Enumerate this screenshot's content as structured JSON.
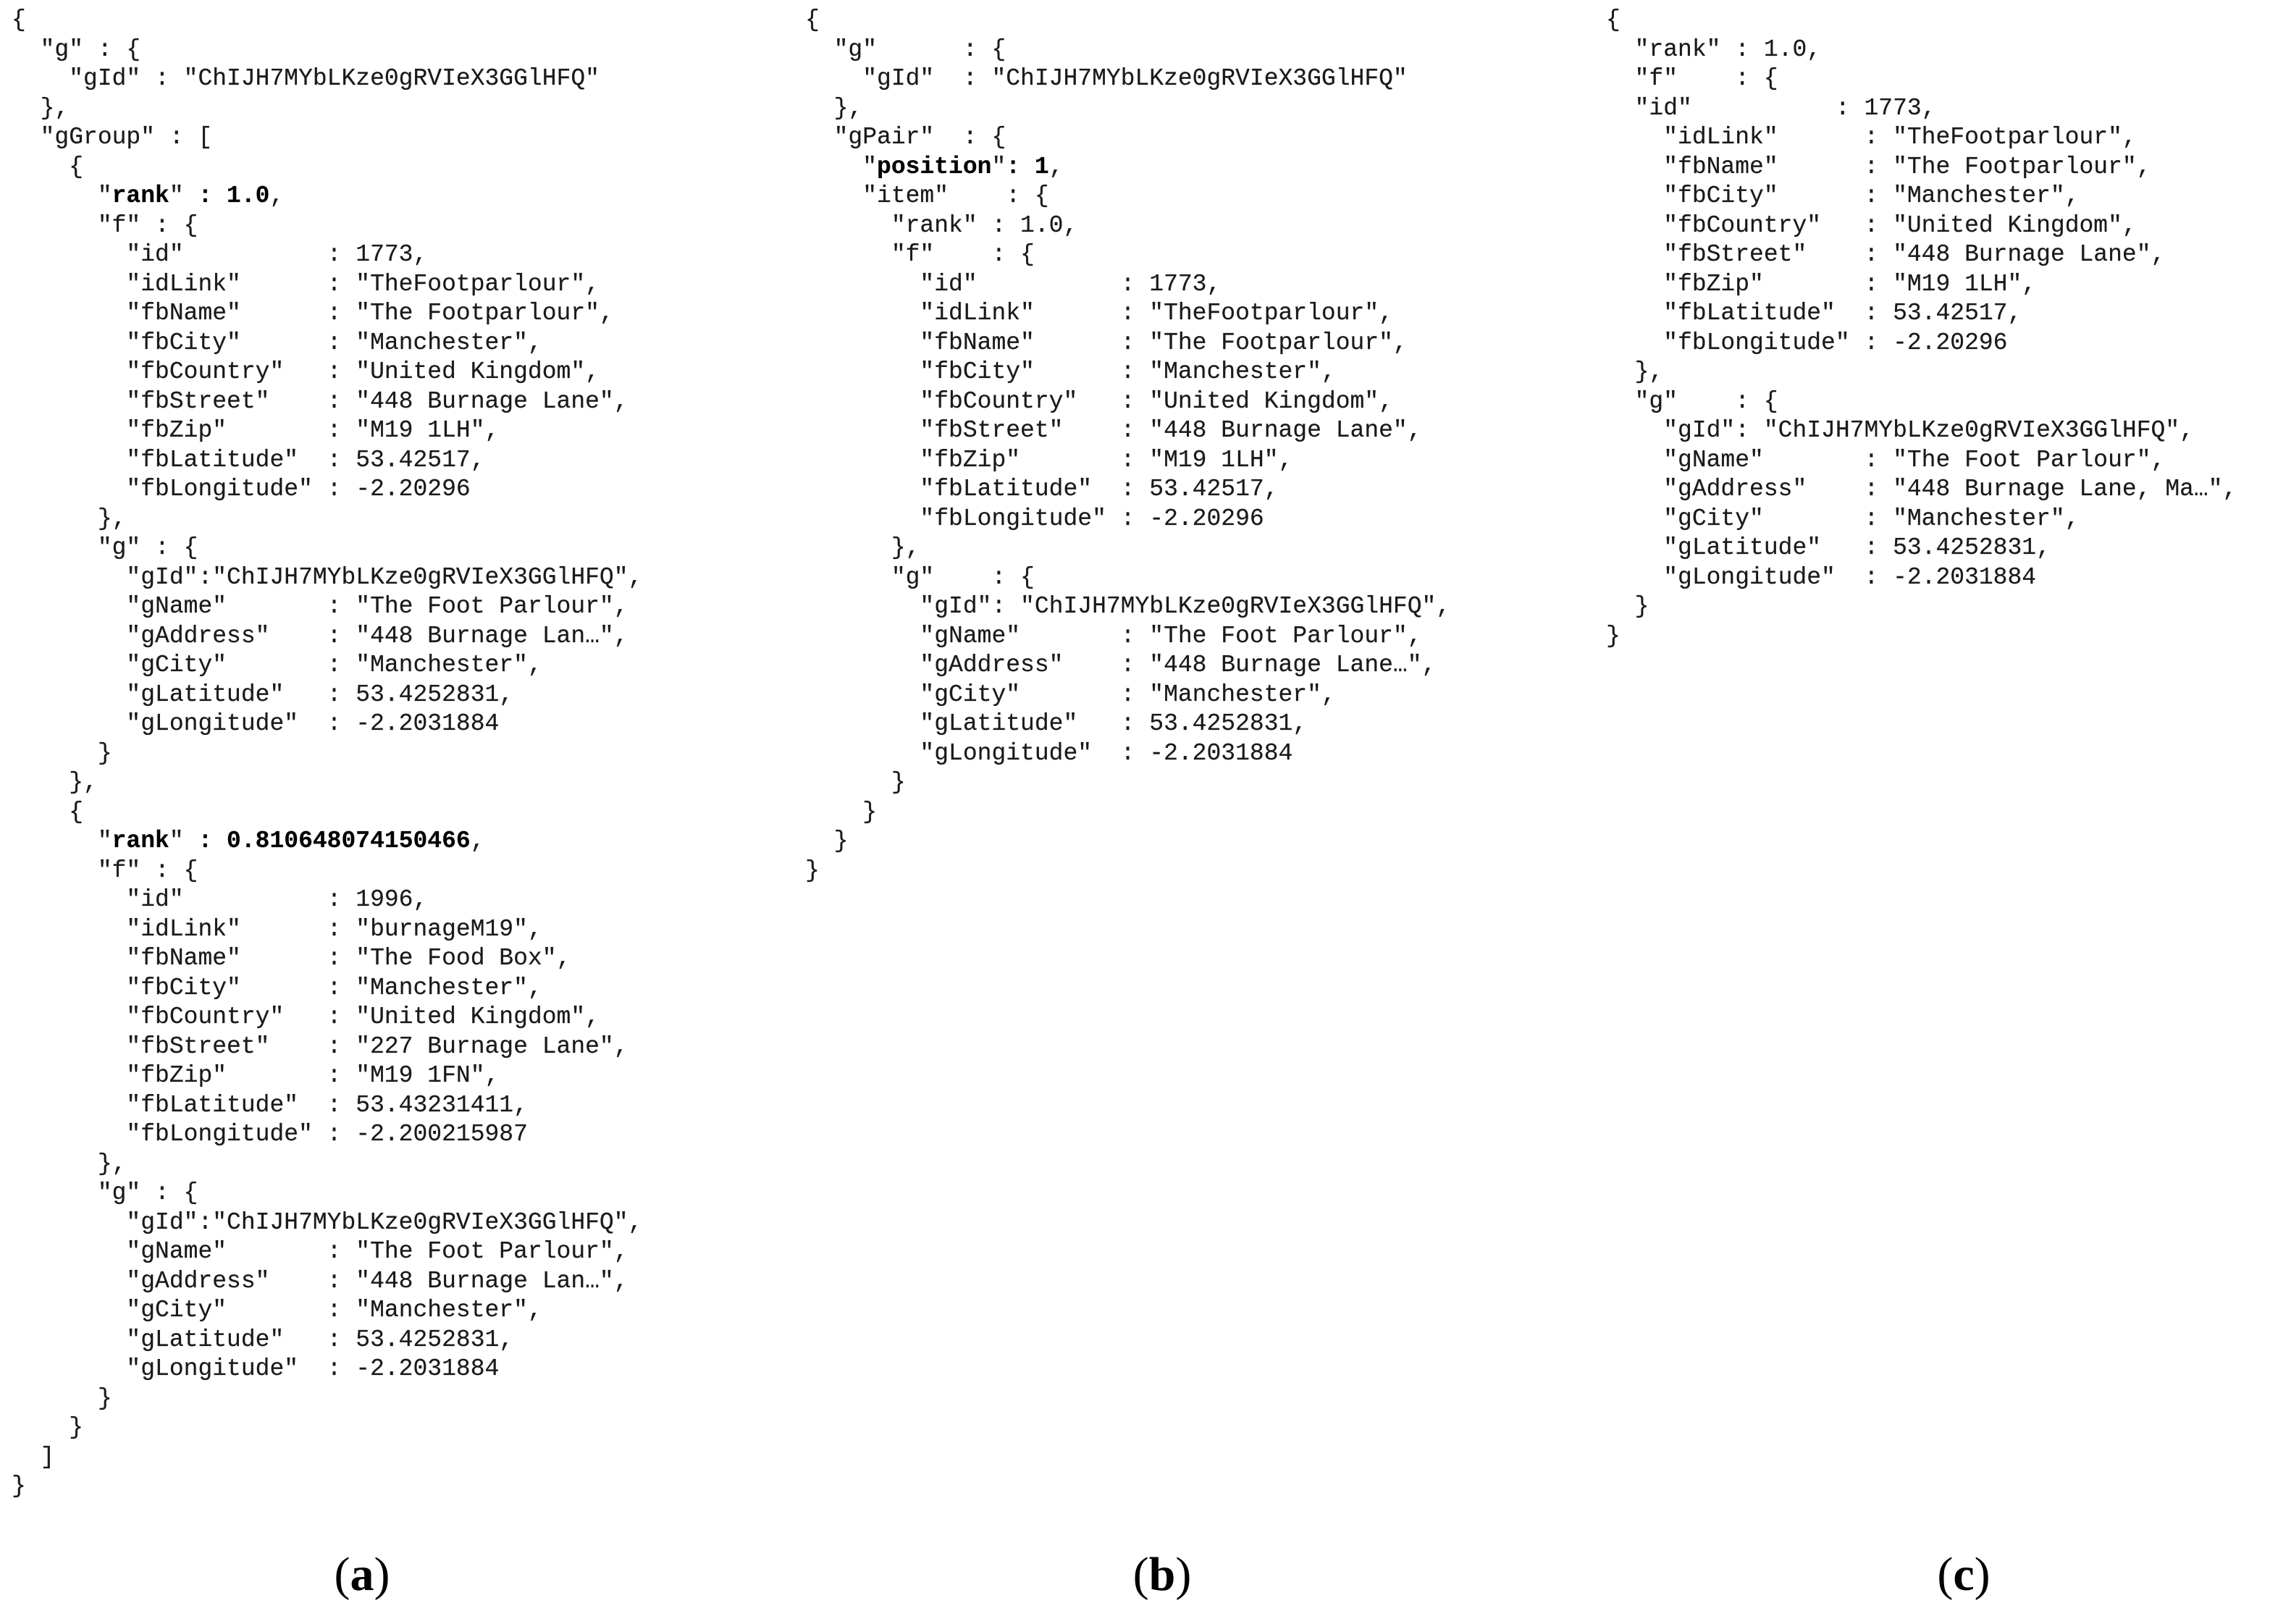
{
  "panels": {
    "a": {
      "lines": [
        [
          "{"
        ],
        [
          "  \"g\" : {"
        ],
        [
          "    \"gId\" : \"ChIJH7MYbLKze0gRVIeX3GGlHFQ\""
        ],
        [
          "  },"
        ],
        [
          "  \"gGroup\" : ["
        ],
        [
          "    {"
        ],
        [
          "      \"",
          "rank",
          "\" ",
          ": 1.0",
          ","
        ],
        [
          "      \"f\" : {"
        ],
        [
          "        \"id\"          : 1773,"
        ],
        [
          "        \"idLink\"      : \"TheFootparlour\","
        ],
        [
          "        \"fbName\"      : \"The Footparlour\","
        ],
        [
          "        \"fbCity\"      : \"Manchester\","
        ],
        [
          "        \"fbCountry\"   : \"United Kingdom\","
        ],
        [
          "        \"fbStreet\"    : \"448 Burnage Lane\","
        ],
        [
          "        \"fbZip\"       : \"M19 1LH\","
        ],
        [
          "        \"fbLatitude\"  : 53.42517,"
        ],
        [
          "        \"fbLongitude\" : -2.20296"
        ],
        [
          "      },"
        ],
        [
          "      \"g\" : {"
        ],
        [
          "        \"gId\":\"ChIJH7MYbLKze0gRVIeX3GGlHFQ\","
        ],
        [
          "        \"gName\"       : \"The Foot Parlour\","
        ],
        [
          "        \"gAddress\"    : \"448 Burnage Lan…\","
        ],
        [
          "        \"gCity\"       : \"Manchester\","
        ],
        [
          "        \"gLatitude\"   : 53.4252831,"
        ],
        [
          "        \"gLongitude\"  : -2.2031884"
        ],
        [
          "      }"
        ],
        [
          "    },"
        ],
        [
          "    {"
        ],
        [
          "      \"",
          "rank",
          "\" ",
          ": 0.810648074150466",
          ","
        ],
        [
          "      \"f\" : {"
        ],
        [
          "        \"id\"          : 1996,"
        ],
        [
          "        \"idLink\"      : \"burnageM19\","
        ],
        [
          "        \"fbName\"      : \"The Food Box\","
        ],
        [
          "        \"fbCity\"      : \"Manchester\","
        ],
        [
          "        \"fbCountry\"   : \"United Kingdom\","
        ],
        [
          "        \"fbStreet\"    : \"227 Burnage Lane\","
        ],
        [
          "        \"fbZip\"       : \"M19 1FN\","
        ],
        [
          "        \"fbLatitude\"  : 53.43231411,"
        ],
        [
          "        \"fbLongitude\" : -2.200215987"
        ],
        [
          "      },"
        ],
        [
          "      \"g\" : {"
        ],
        [
          "        \"gId\":\"ChIJH7MYbLKze0gRVIeX3GGlHFQ\","
        ],
        [
          "        \"gName\"       : \"The Foot Parlour\","
        ],
        [
          "        \"gAddress\"    : \"448 Burnage Lan…\","
        ],
        [
          "        \"gCity\"       : \"Manchester\","
        ],
        [
          "        \"gLatitude\"   : 53.4252831,"
        ],
        [
          "        \"gLongitude\"  : -2.2031884"
        ],
        [
          "      }"
        ],
        [
          "    }"
        ],
        [
          "  ]"
        ],
        [
          "}"
        ]
      ]
    },
    "b": {
      "lines": [
        [
          "{"
        ],
        [
          "  \"g\"      : {"
        ],
        [
          "    \"gId\"  : \"ChIJH7MYbLKze0gRVIeX3GGlHFQ\""
        ],
        [
          "  },"
        ],
        [
          "  \"gPair\"  : {"
        ],
        [
          "    \"",
          "position",
          "\"",
          ": 1",
          ","
        ],
        [
          "    \"item\"    : {"
        ],
        [
          "      \"rank\" : 1.0,"
        ],
        [
          "      \"f\"    : {"
        ],
        [
          "        \"id\"          : 1773,"
        ],
        [
          "        \"idLink\"      : \"TheFootparlour\","
        ],
        [
          "        \"fbName\"      : \"The Footparlour\","
        ],
        [
          "        \"fbCity\"      : \"Manchester\","
        ],
        [
          "        \"fbCountry\"   : \"United Kingdom\","
        ],
        [
          "        \"fbStreet\"    : \"448 Burnage Lane\","
        ],
        [
          "        \"fbZip\"       : \"M19 1LH\","
        ],
        [
          "        \"fbLatitude\"  : 53.42517,"
        ],
        [
          "        \"fbLongitude\" : -2.20296"
        ],
        [
          "      },"
        ],
        [
          "      \"g\"    : {"
        ],
        [
          "        \"gId\": \"ChIJH7MYbLKze0gRVIeX3GGlHFQ\","
        ],
        [
          "        \"gName\"       : \"The Foot Parlour\","
        ],
        [
          "        \"gAddress\"    : \"448 Burnage Lane…\","
        ],
        [
          "        \"gCity\"       : \"Manchester\","
        ],
        [
          "        \"gLatitude\"   : 53.4252831,"
        ],
        [
          "        \"gLongitude\"  : -2.2031884"
        ],
        [
          "      }"
        ],
        [
          "    }"
        ],
        [
          "  }"
        ],
        [
          "}"
        ]
      ]
    },
    "c": {
      "lines": [
        [
          "{"
        ],
        [
          "  \"rank\" : 1.0,"
        ],
        [
          "  \"f\"    : {"
        ],
        [
          "  \"id\"          : 1773,"
        ],
        [
          "    \"idLink\"      : \"TheFootparlour\","
        ],
        [
          "    \"fbName\"      : \"The Footparlour\","
        ],
        [
          "    \"fbCity\"      : \"Manchester\","
        ],
        [
          "    \"fbCountry\"   : \"United Kingdom\","
        ],
        [
          "    \"fbStreet\"    : \"448 Burnage Lane\","
        ],
        [
          "    \"fbZip\"       : \"M19 1LH\","
        ],
        [
          "    \"fbLatitude\"  : 53.42517,"
        ],
        [
          "    \"fbLongitude\" : -2.20296"
        ],
        [
          "  },"
        ],
        [
          "  \"g\"    : {"
        ],
        [
          "    \"gId\": \"ChIJH7MYbLKze0gRVIeX3GGlHFQ\","
        ],
        [
          "    \"gName\"       : \"The Foot Parlour\","
        ],
        [
          "    \"gAddress\"    : \"448 Burnage Lane, Ma…\","
        ],
        [
          "    \"gCity\"       : \"Manchester\","
        ],
        [
          "    \"gLatitude\"   : 53.4252831,"
        ],
        [
          "    \"gLongitude\"  : -2.2031884"
        ],
        [
          "  }"
        ],
        [
          "}"
        ]
      ]
    }
  },
  "captions": {
    "a": {
      "open": "(",
      "letter": "a",
      "close": ")"
    },
    "b": {
      "open": "(",
      "letter": "b",
      "close": ")"
    },
    "c": {
      "open": "(",
      "letter": "c",
      "close": ")"
    }
  }
}
